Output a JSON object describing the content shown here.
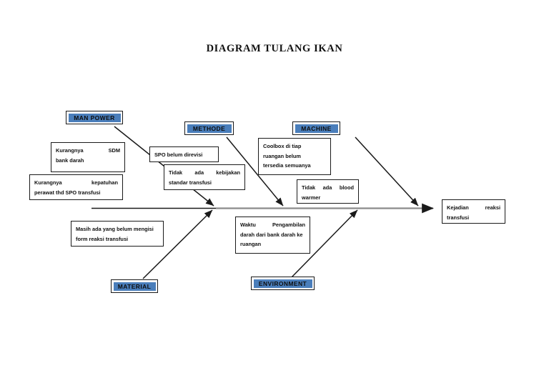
{
  "page": {
    "title": "DIAGRAM TULANG IKAN"
  },
  "colors": {
    "category_fill": "#4a7ebb",
    "border": "#1a1a1a",
    "spine": "#808080",
    "text": "#111111",
    "background": "#ffffff"
  },
  "categories": {
    "man_power": "MAN POWER",
    "methode": "METHODE",
    "machine": "MACHINE",
    "material": "MATERIAL",
    "environment": "ENVIRONMENT"
  },
  "causes": {
    "man_power_1": {
      "line1_a": "Kurangnya",
      "line1_b": "SDM",
      "line2": "bank darah",
      "full": "Kurangnya SDM bank darah"
    },
    "man_power_2": {
      "line1_a": "Kurangnya",
      "line1_b": "kepatuhan",
      "line2": "perawat thd SPO transfusi",
      "full": "Kurangnya kepatuhan perawat thd SPO transfusi"
    },
    "methode_1": {
      "line1": "SPO belum direvisi",
      "full": "SPO belum direvisi"
    },
    "methode_2": {
      "line1_a": "Tidak",
      "line1_b": "ada",
      "line1_c": "kebijakan",
      "line2": "standar transfusi",
      "full": "Tidak ada kebijakan standar transfusi"
    },
    "machine_1": {
      "line1": "Coolbox di tiap",
      "line2": "ruangan belum",
      "line3": "tersedia semuanya",
      "full": "Coolbox di tiap ruangan belum tersedia semuanya"
    },
    "machine_2": {
      "line1_a": "Tidak",
      "line1_b": "ada",
      "line1_c": "blood",
      "line2": "warmer",
      "full": "Tidak ada blood warmer"
    },
    "material_1": {
      "line1": "Masih ada yang belum mengisi",
      "line2": "form reaksi transfusi",
      "full": "Masih ada yang belum mengisi form reaksi transfusi"
    },
    "environment_1": {
      "line1_a": "Waktu",
      "line1_b": "Pengambilan",
      "line2": "darah dari bank darah ke",
      "line3": "ruangan",
      "full": "Waktu Pengambilan darah dari bank darah ke ruangan"
    }
  },
  "effect": {
    "line1_a": "Kejadian",
    "line1_b": "reaksi",
    "line2": "transfusi",
    "full": "Kejadian reaksi transfusi"
  }
}
